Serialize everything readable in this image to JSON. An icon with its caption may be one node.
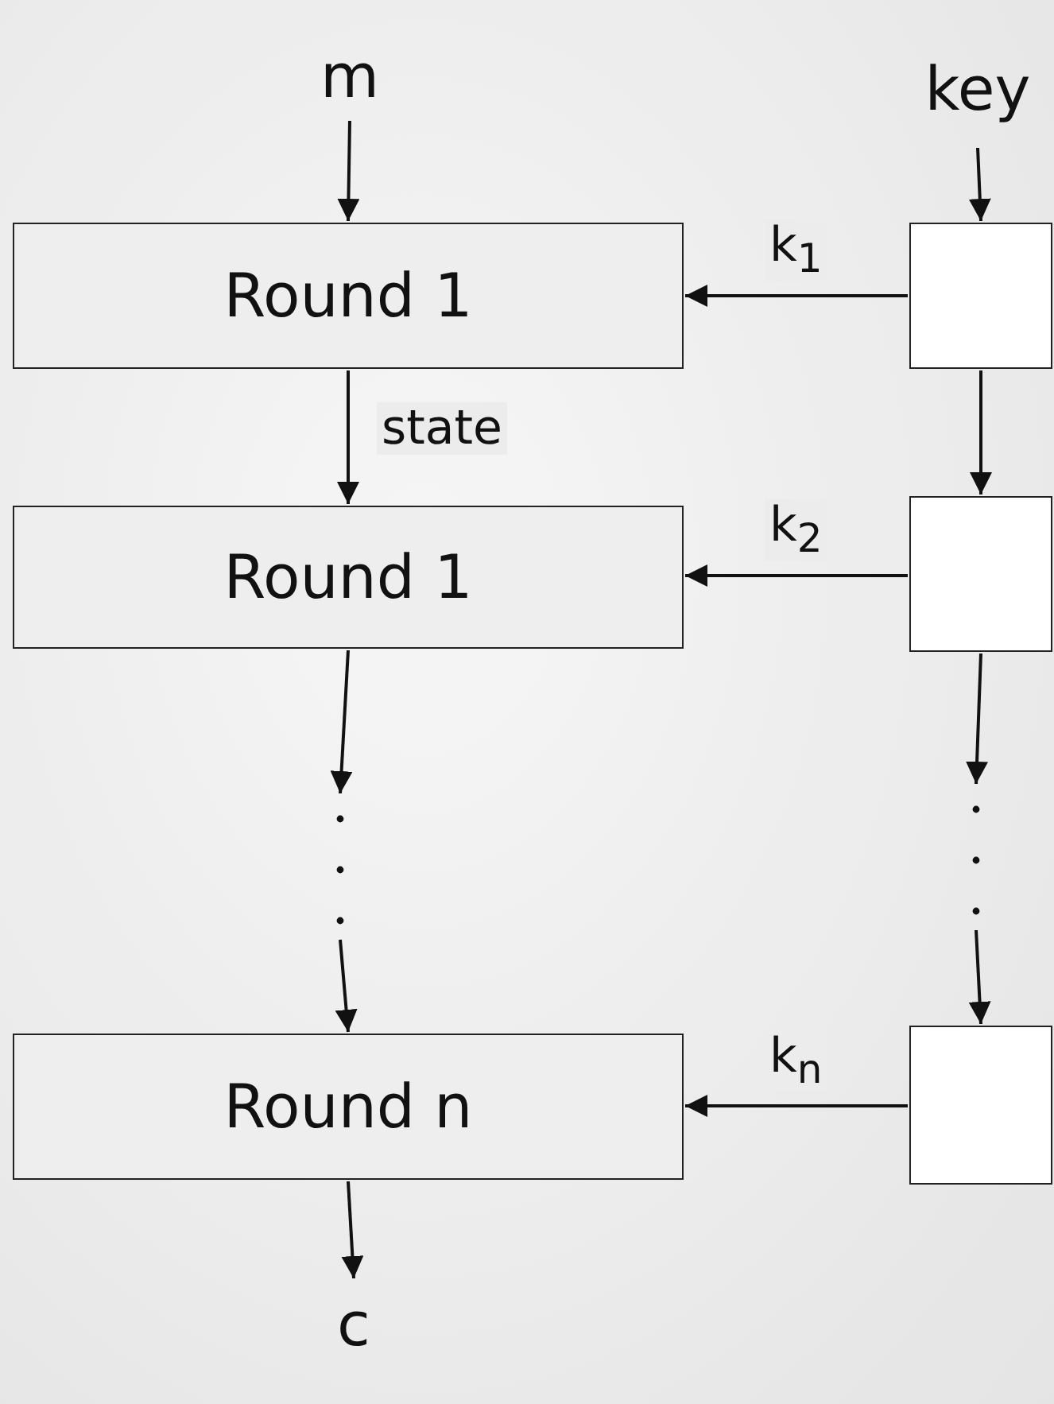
{
  "diagram": {
    "nodes": [
      {
        "text": [
          "m"
        ]
      },
      {
        "text": [
          "key"
        ]
      },
      {
        "text": [
          "Round 1"
        ]
      },
      {
        "text": [],
        "shape": "box"
      },
      {
        "text": [
          "Round 1"
        ]
      },
      {
        "text": [],
        "shape": "box"
      },
      {
        "text": [],
        "shape": "dots"
      },
      {
        "text": [],
        "shape": "dots"
      },
      {
        "text": [
          "Round n"
        ]
      },
      {
        "text": [],
        "shape": "box"
      },
      {
        "text": [
          "c"
        ]
      }
    ],
    "edges": [
      {
        "from": 0,
        "to": 2,
        "arrow": "to"
      },
      {
        "from": 1,
        "to": 3,
        "arrow": "to"
      },
      {
        "from": 3,
        "to": 2,
        "arrow": "to",
        "label": "k$_{1}$"
      },
      {
        "from": 2,
        "to": 4,
        "arrow": "to",
        "label": "state"
      },
      {
        "from": 3,
        "to": 5,
        "arrow": "to"
      },
      {
        "from": 5,
        "to": 4,
        "arrow": "to",
        "label": "k$_{2}$"
      },
      {
        "from": 4,
        "to": 6,
        "arrow": "to"
      },
      {
        "from": 6,
        "to": 8,
        "arrow": "to"
      },
      {
        "from": 5,
        "to": 7,
        "arrow": "to"
      },
      {
        "from": 7,
        "to": 9,
        "arrow": "to"
      },
      {
        "from": 9,
        "to": 8,
        "arrow": "to",
        "label": "k$_{n}$"
      },
      {
        "from": 8,
        "to": 10,
        "arrow": "to"
      }
    ]
  }
}
